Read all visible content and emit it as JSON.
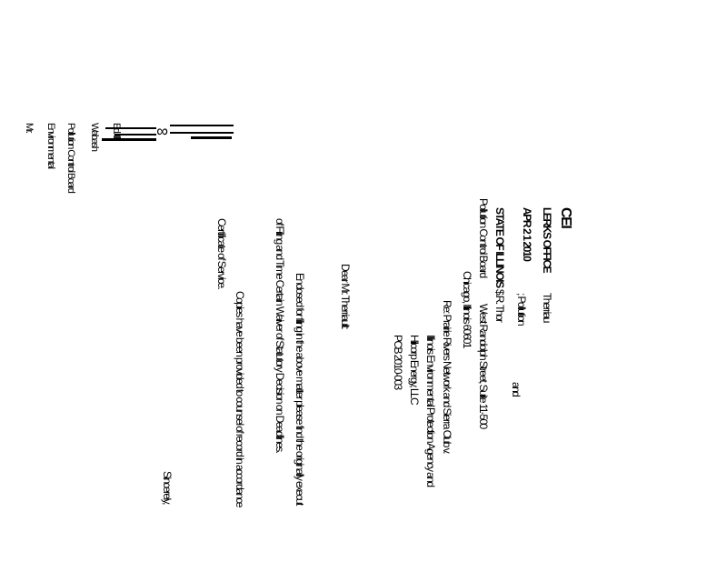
{
  "left_margin": {
    "lines": [
      "Mr.",
      "Environmental",
      "Pollution Control Board",
      "Wabash",
      "Ed. Ill."
    ]
  },
  "stamp": {
    "mark": "CEI",
    "office": "LERKS OFFICE",
    "date": "APR 2 1 2010",
    "state": "STATE OF ILLINOIS",
    "board": "Pollution Control Board"
  },
  "addressee": {
    "name": "Therriau",
    "org1": "; Pollution",
    "org1_end": "and",
    "org2": "$.R. Thor",
    "street": "West Randolph Street, Suite 11-500",
    "city": "Chicago, Illinois 60601"
  },
  "re": {
    "line1": "Re:  Prairie Rivers Network and Sierra Club v.",
    "line2": "Illinois Environmental Protection Agency and",
    "line3": "Hilcorp Energy, LLC",
    "line4": "PCB 2010-003"
  },
  "body": {
    "salutation": "Dear Mr. Therriault:",
    "p1_line1": "Enclosed for filing in the above matter please find the originally execut",
    "p1_line2": "of Filing and Time Certain Waiver of Statutory Decision on Deadlines.",
    "p2_line1": "Copies have been provided to counsel of record in accordance",
    "p2_line2": "Certificate of Service.",
    "closing": "Sincerely,"
  }
}
